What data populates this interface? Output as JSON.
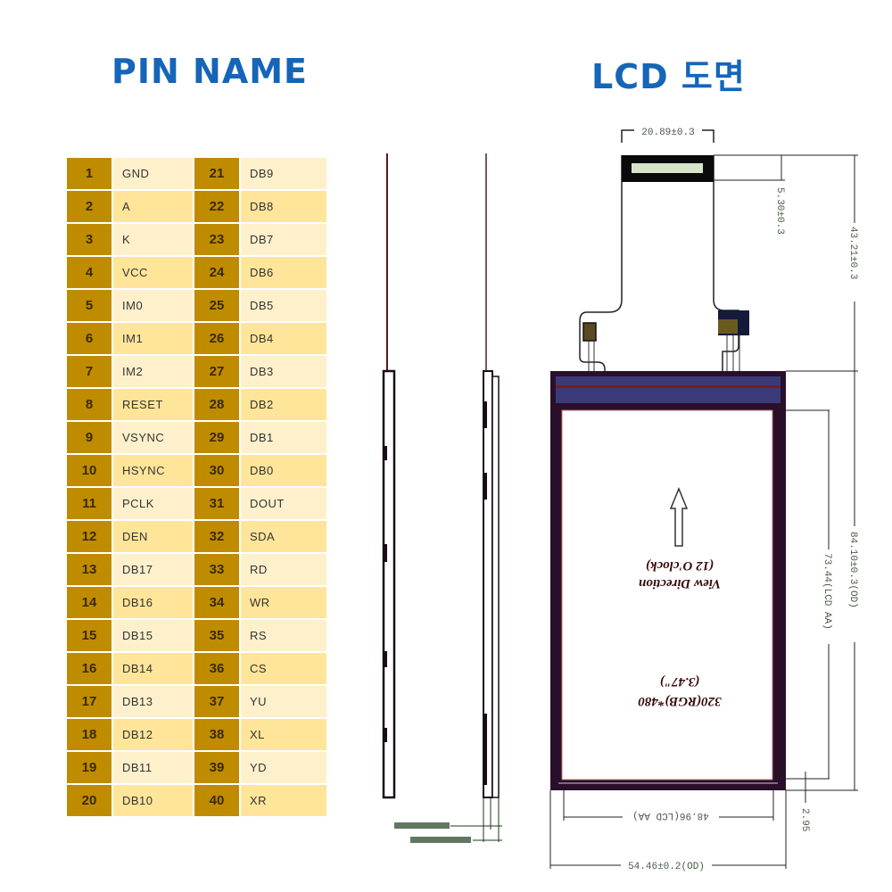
{
  "titles": {
    "pin_name": "PIN NAME",
    "lcd_drawing": "LCD 도면"
  },
  "colors": {
    "title_blue": "#1565b8",
    "pin_number_bg": "#bf8c00",
    "pin_name_bg_light": "#fff0cc",
    "pin_name_bg_dark": "#ffe599",
    "lcd_frame": "#2a0f2a"
  },
  "pins": [
    {
      "left_num": "1",
      "left_name": "GND",
      "right_num": "21",
      "right_name": "DB9"
    },
    {
      "left_num": "2",
      "left_name": "A",
      "right_num": "22",
      "right_name": "DB8"
    },
    {
      "left_num": "3",
      "left_name": "K",
      "right_num": "23",
      "right_name": "DB7"
    },
    {
      "left_num": "4",
      "left_name": "VCC",
      "right_num": "24",
      "right_name": "DB6"
    },
    {
      "left_num": "5",
      "left_name": "IM0",
      "right_num": "25",
      "right_name": "DB5"
    },
    {
      "left_num": "6",
      "left_name": "IM1",
      "right_num": "26",
      "right_name": "DB4"
    },
    {
      "left_num": "7",
      "left_name": "IM2",
      "right_num": "27",
      "right_name": "DB3"
    },
    {
      "left_num": "8",
      "left_name": "RESET",
      "right_num": "28",
      "right_name": "DB2"
    },
    {
      "left_num": "9",
      "left_name": "VSYNC",
      "right_num": "29",
      "right_name": "DB1"
    },
    {
      "left_num": "10",
      "left_name": "HSYNC",
      "right_num": "30",
      "right_name": "DB0"
    },
    {
      "left_num": "11",
      "left_name": "PCLK",
      "right_num": "31",
      "right_name": "DOUT"
    },
    {
      "left_num": "12",
      "left_name": "DEN",
      "right_num": "32",
      "right_name": "SDA"
    },
    {
      "left_num": "13",
      "left_name": "DB17",
      "right_num": "33",
      "right_name": "RD"
    },
    {
      "left_num": "14",
      "left_name": "DB16",
      "right_num": "34",
      "right_name": "WR"
    },
    {
      "left_num": "15",
      "left_name": "DB15",
      "right_num": "35",
      "right_name": "RS"
    },
    {
      "left_num": "16",
      "left_name": "DB14",
      "right_num": "36",
      "right_name": "CS"
    },
    {
      "left_num": "17",
      "left_name": "DB13",
      "right_num": "37",
      "right_name": "YU"
    },
    {
      "left_num": "18",
      "left_name": "DB12",
      "right_num": "38",
      "right_name": "XL"
    },
    {
      "left_num": "19",
      "left_name": "DB11",
      "right_num": "39",
      "right_name": "YD"
    },
    {
      "left_num": "20",
      "left_name": "DB10",
      "right_num": "40",
      "right_name": "XR"
    }
  ],
  "drawing": {
    "fpc_width": "20.89±0.3",
    "connector_height": "5.30±0.3",
    "fpc_length": "43.21±0.3",
    "outline_height": "84.10±0.3(OD)",
    "active_height": "73.44(LCD AA)",
    "active_width": "48.96(LCD AA)",
    "outline_width": "54.46±0.2(OD)",
    "bottom_margin": "2.95",
    "view_direction": "View Direction",
    "view_clock": "(12 O'clock)",
    "resolution": "320(RGB)*480",
    "diagonal": "(3.47\")"
  }
}
